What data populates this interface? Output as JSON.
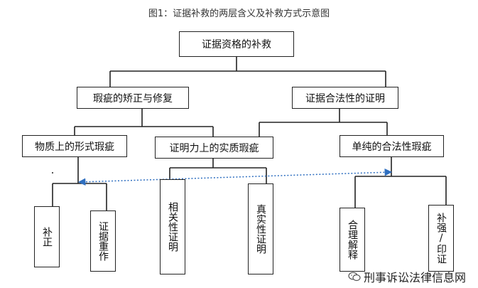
{
  "title": "图1：证据补救的两层含义及补救方式示意图",
  "nodes": {
    "root": "证据资格的补救",
    "left_main": "瑕疵的矫正与修复",
    "right_main": "证据合法性的证明",
    "physical": "物质上的形式瑕疵",
    "probative": "证明力上的实质瑕疵",
    "pure_legality": "单纯的合法性瑕疵",
    "correction": "补正",
    "remake": "证据重作",
    "relevance": "相关性证明",
    "authenticity": "真实性证明",
    "reasonable": "合理解释",
    "reinforce": "补强/印证"
  },
  "watermark": "刑事诉讼法律信息网"
}
